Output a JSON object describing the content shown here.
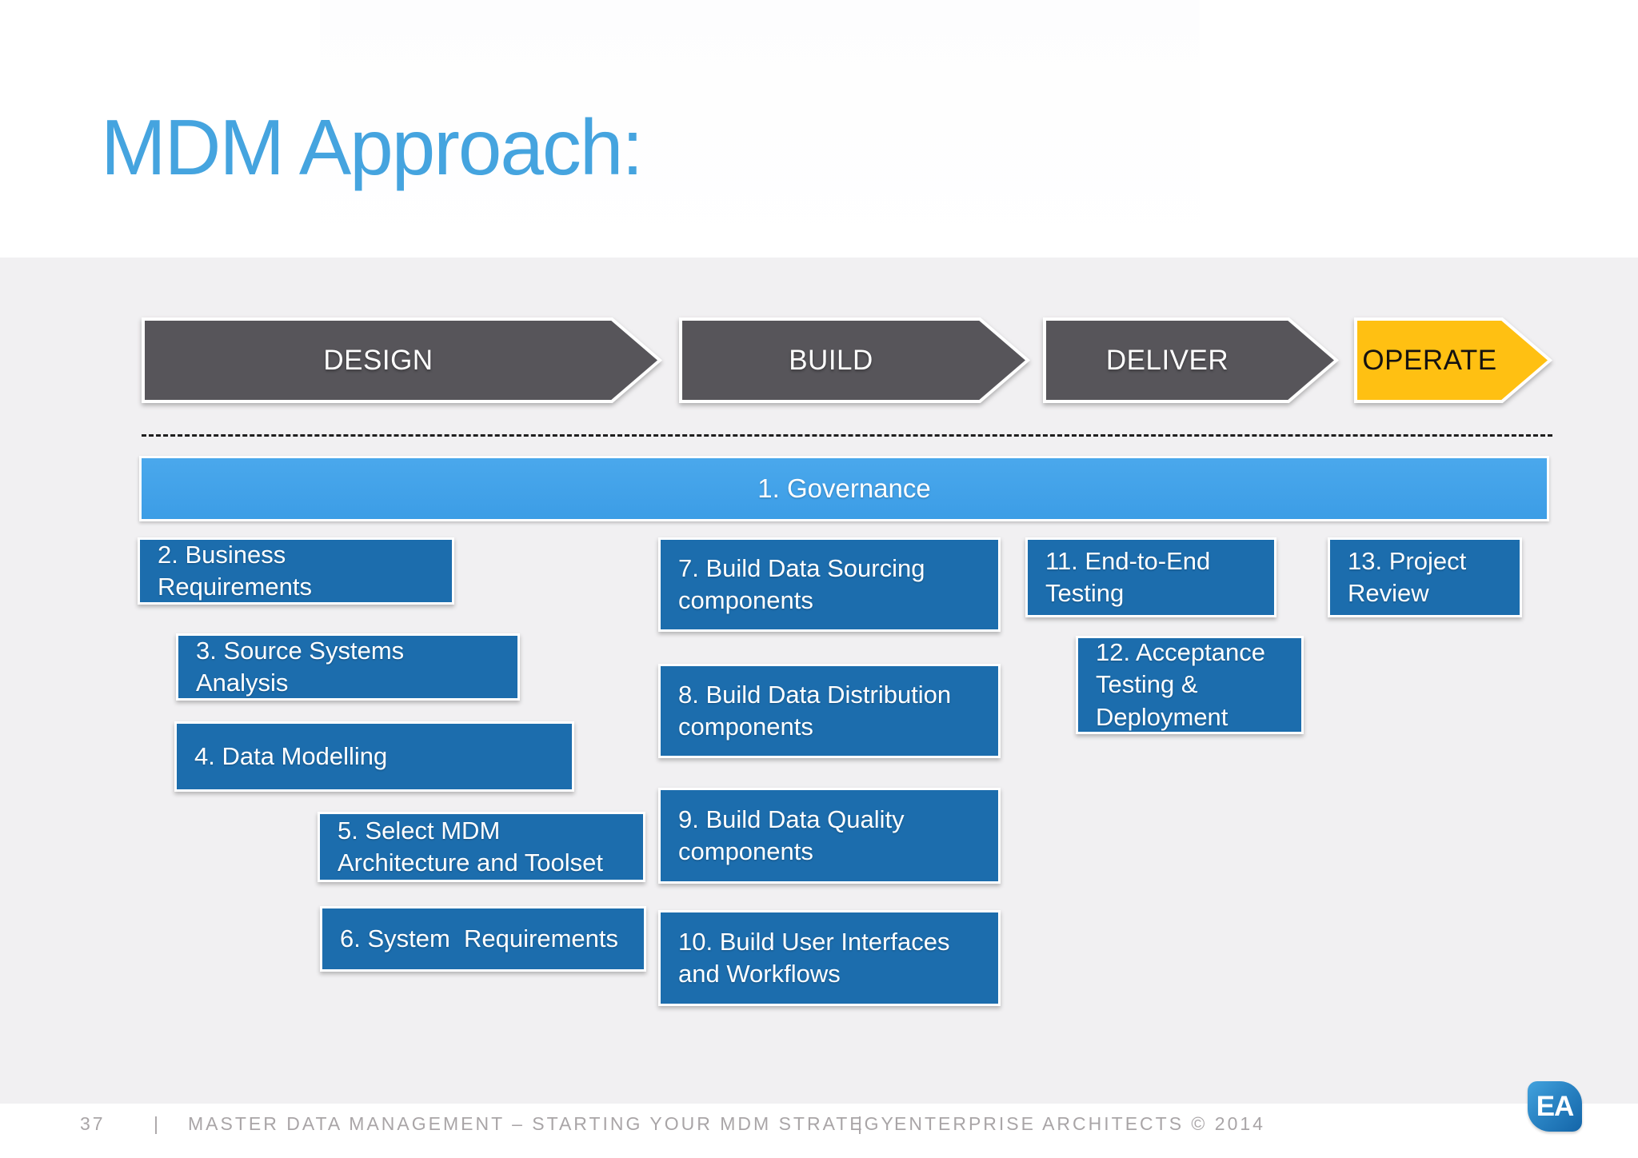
{
  "slide": {
    "title": "MDM Approach:"
  },
  "phases": [
    {
      "label": "DESIGN",
      "color": "#57555a",
      "text_color": "#ffffff"
    },
    {
      "label": "BUILD",
      "color": "#57555a",
      "text_color": "#ffffff"
    },
    {
      "label": "DELIVER",
      "color": "#57555a",
      "text_color": "#ffffff"
    },
    {
      "label": "OPERATE",
      "color": "#ffc012",
      "text_color": "#151210"
    }
  ],
  "governance": {
    "label": "1. Governance",
    "color": "#3fa0e8"
  },
  "tasks": [
    {
      "label": "2. Business Requirements"
    },
    {
      "label": "3. Source Systems Analysis"
    },
    {
      "label": "4. Data Modelling"
    },
    {
      "label": "5. Select MDM Architecture and Toolset"
    },
    {
      "label": "6. System  Requirements"
    },
    {
      "label": "7. Build Data Sourcing components"
    },
    {
      "label": "8. Build Data Distribution components"
    },
    {
      "label": "9. Build Data Quality components"
    },
    {
      "label": "10. Build User Interfaces and Workflows"
    },
    {
      "label": "11. End-to-End Testing"
    },
    {
      "label": "12. Acceptance Testing & Deployment"
    },
    {
      "label": "13. Project Review"
    }
  ],
  "footer": {
    "page_number": "37",
    "separator": "|",
    "left_text": "MASTER DATA MANAGEMENT – STARTING YOUR MDM STRATEGY",
    "right_text": "ENTERPRISE ARCHITECTS © 2014",
    "logo_text": "EA"
  },
  "colors": {
    "title_blue": "#45a4df",
    "phase_gray": "#57555a",
    "operate_yellow": "#ffc012",
    "governance_blue": "#3fa0e8",
    "task_blue": "#1c6dad",
    "band_gray": "#f1f0f2",
    "footer_text_gray": "#a9a5a7",
    "logo_blue_top": "#43a3de",
    "logo_blue_bottom": "#1465a8"
  }
}
